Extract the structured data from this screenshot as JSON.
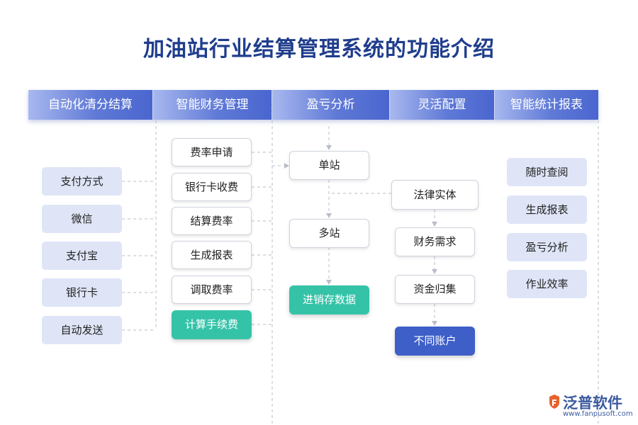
{
  "title": "加油站行业结算管理系统的功能介绍",
  "headers": [
    "自动化清分结算",
    "智能财务管理",
    "盈亏分析",
    "灵活配置",
    "智能统计报表"
  ],
  "col1": [
    "支付方式",
    "微信",
    "支付宝",
    "银行卡",
    "自动发送"
  ],
  "col2": [
    "费率申请",
    "银行卡收费",
    "结算费率",
    "生成报表",
    "调取费率",
    "计算手续费"
  ],
  "col3": [
    "单站",
    "多站",
    "进销存数据"
  ],
  "col4": [
    "法律实体",
    "财务需求",
    "资金归集",
    "不同账户"
  ],
  "col5": [
    "随时查阅",
    "生成报表",
    "盈亏分析",
    "作业效率"
  ],
  "logo": {
    "name": "泛普软件",
    "url": "www.fanpusoft.com"
  },
  "colors": {
    "title": "#1f3d8c",
    "teal": "#35c3a8",
    "blue": "#3e5fc8",
    "light": "#dfe5f7",
    "line": "#b9bec9"
  }
}
